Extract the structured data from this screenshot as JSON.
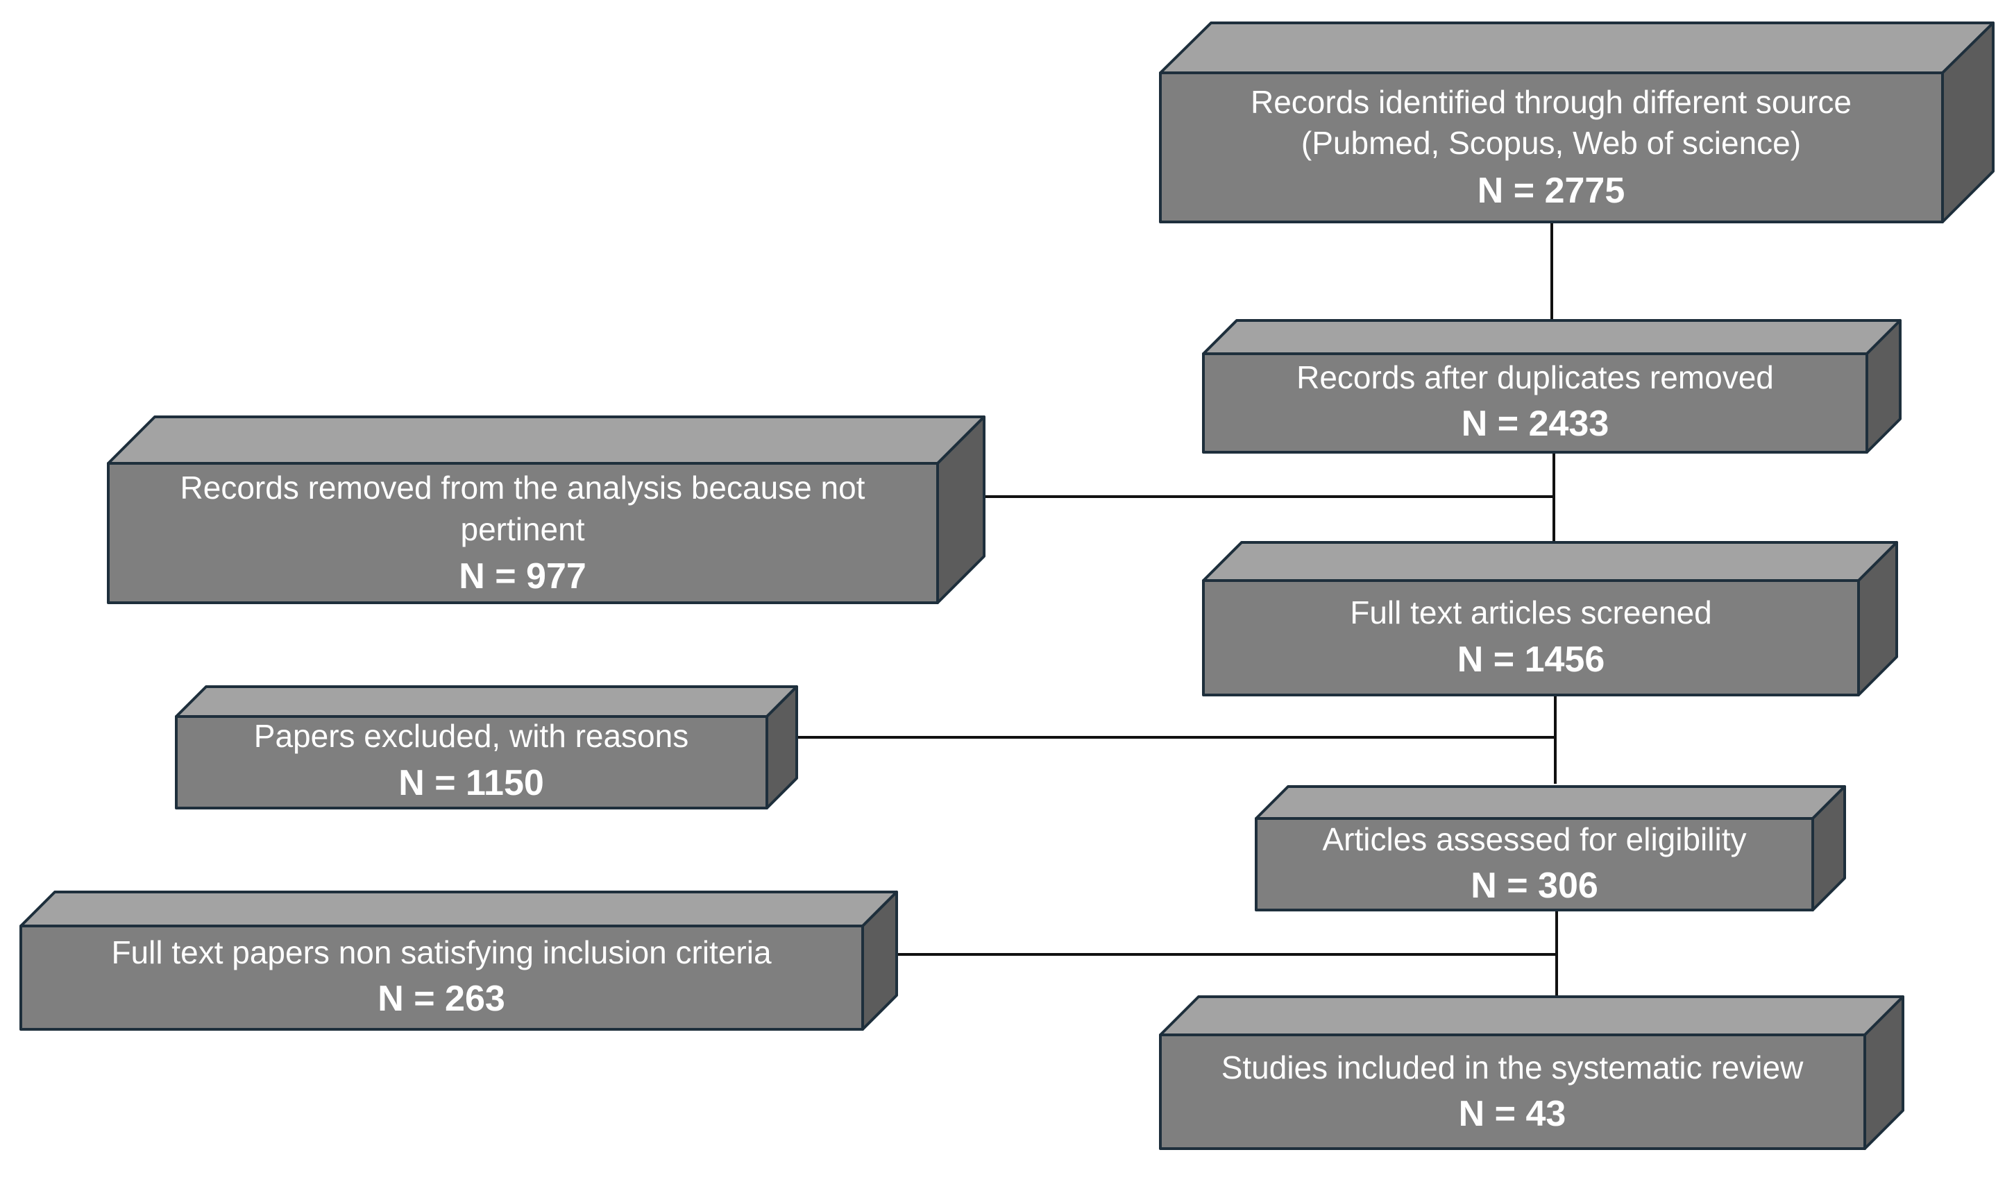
{
  "diagram": {
    "identified": {
      "line1": "Records identified through different source",
      "line2": "(Pubmed, Scopus, Web of science)",
      "count": "N = 2775"
    },
    "after_duplicates": {
      "line1": "Records after duplicates removed",
      "count": "N = 2433"
    },
    "removed_not_pertinent": {
      "line1": "Records removed from the analysis because not",
      "line2": "pertinent",
      "count": "N = 977"
    },
    "screened": {
      "line1": "Full text articles screened",
      "count": "N = 1456"
    },
    "excluded_reasons": {
      "line1": "Papers excluded, with reasons",
      "count": "N = 1150"
    },
    "eligibility": {
      "line1": "Articles assessed for eligibility",
      "count": "N = 306"
    },
    "non_satisfying": {
      "line1": "Full text papers non satisfying inclusion criteria",
      "count": "N = 263"
    },
    "included": {
      "line1": "Studies included in the systematic review",
      "count": "N = 43"
    }
  },
  "colors": {
    "front": "#7f7f7f",
    "top": "#a3a3a3",
    "side": "#5c5c5c",
    "border": "#1e2f3c",
    "connector": "#111111",
    "text": "#ffffff"
  }
}
